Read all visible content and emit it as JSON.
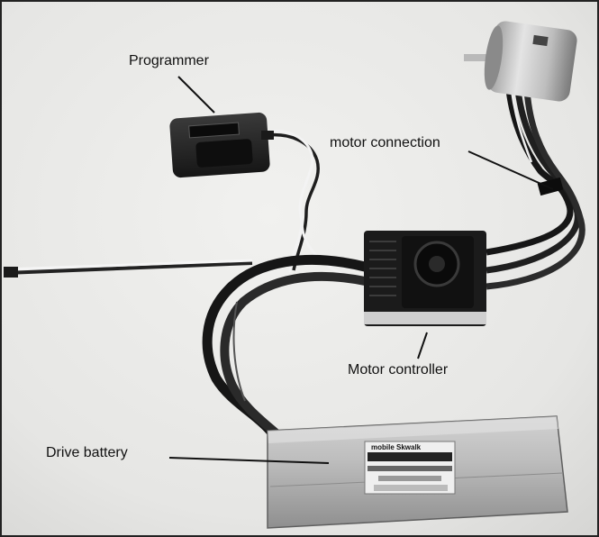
{
  "labels": {
    "programmer": "Programmer",
    "motor_connection": "motor connection",
    "motor_controller": "Motor controller",
    "drive_battery": "Drive battery"
  },
  "battery_sticker": {
    "line1": "mobile  Skwalk"
  }
}
